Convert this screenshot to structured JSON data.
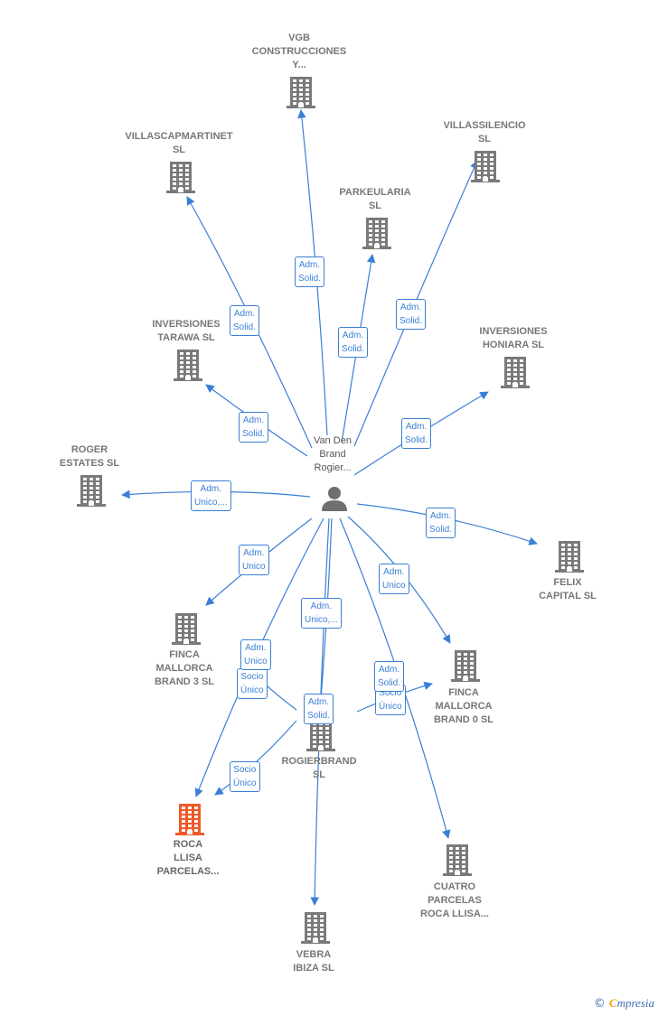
{
  "center": {
    "lines": [
      "Van Den",
      "Brand",
      "Rogier..."
    ],
    "icon": "person-icon"
  },
  "companies": [
    {
      "id": "vgb",
      "lines": [
        "VGB",
        "CONSTRUCCIONES",
        "Y..."
      ],
      "icon": "building-icon"
    },
    {
      "id": "villascapmartinet",
      "lines": [
        "VILLASCAPMARTINET",
        "SL"
      ],
      "icon": "building-icon"
    },
    {
      "id": "villassilencio",
      "lines": [
        "VILLASSILENCIO",
        "SL"
      ],
      "icon": "building-icon"
    },
    {
      "id": "parkeularia",
      "lines": [
        "PARKEULARIA",
        "SL"
      ],
      "icon": "building-icon"
    },
    {
      "id": "inversiones-tarawa",
      "lines": [
        "INVERSIONES",
        "TARAWA  SL"
      ],
      "icon": "building-icon"
    },
    {
      "id": "inversiones-honiara",
      "lines": [
        "INVERSIONES",
        "HONIARA  SL"
      ],
      "icon": "building-icon"
    },
    {
      "id": "roger-estates",
      "lines": [
        "ROGER",
        "ESTATES  SL"
      ],
      "icon": "building-icon"
    },
    {
      "id": "felix-capital",
      "lines": [
        "FELIX",
        "CAPITAL  SL"
      ],
      "icon": "building-icon"
    },
    {
      "id": "finca-mallorca-3",
      "lines": [
        "FINCA",
        "MALLORCA",
        "BRAND 3  SL"
      ],
      "icon": "building-icon"
    },
    {
      "id": "finca-mallorca-0",
      "lines": [
        "FINCA",
        "MALLORCA",
        "BRAND 0  SL"
      ],
      "icon": "building-icon"
    },
    {
      "id": "rogierbrand",
      "lines": [
        "ROGIERBRAND",
        "SL"
      ],
      "icon": "building-icon"
    },
    {
      "id": "roca-llisa",
      "lines": [
        "ROCA",
        "LLISA",
        "PARCELAS..."
      ],
      "icon": "building-icon",
      "highlight": true
    },
    {
      "id": "cuatro-parcelas",
      "lines": [
        "CUATRO",
        "PARCELAS",
        "ROCA LLISA..."
      ],
      "icon": "building-icon"
    },
    {
      "id": "vebra-ibiza",
      "lines": [
        "VEBRA",
        "IBIZA  SL"
      ],
      "icon": "building-icon"
    }
  ],
  "relations": [
    {
      "id": "r-vgb",
      "lines": [
        "Adm.",
        "Solid."
      ]
    },
    {
      "id": "r-villascap",
      "lines": [
        "Adm.",
        "Solid."
      ]
    },
    {
      "id": "r-villassil",
      "lines": [
        "Adm.",
        "Solid."
      ]
    },
    {
      "id": "r-parke",
      "lines": [
        "Adm.",
        "Solid."
      ]
    },
    {
      "id": "r-tarawa",
      "lines": [
        "Adm.",
        "Solid."
      ]
    },
    {
      "id": "r-honiara",
      "lines": [
        "Adm.",
        "Solid."
      ]
    },
    {
      "id": "r-roger",
      "lines": [
        "Adm.",
        "Unico,..."
      ]
    },
    {
      "id": "r-felix",
      "lines": [
        "Adm.",
        "Solid."
      ]
    },
    {
      "id": "r-finca3",
      "lines": [
        "Adm.",
        "Unico"
      ]
    },
    {
      "id": "r-finca0",
      "lines": [
        "Adm.",
        "Unico"
      ]
    },
    {
      "id": "r-rogierbrand",
      "lines": [
        "Adm.",
        "Unico,..."
      ]
    },
    {
      "id": "r-roca-adm",
      "lines": [
        "Adm.",
        "Unico"
      ]
    },
    {
      "id": "r-roca-socio1",
      "lines": [
        "Socio",
        "Único"
      ]
    },
    {
      "id": "r-cuatro",
      "lines": [
        "Adm.",
        "Solid."
      ]
    },
    {
      "id": "r-cuatro-socio",
      "lines": [
        "Socio",
        "Único"
      ]
    },
    {
      "id": "r-rb-roca",
      "lines": [
        "Socio",
        "Único"
      ]
    },
    {
      "id": "r-rb-vebra",
      "lines": [
        "Adm.",
        "Solid."
      ]
    }
  ],
  "brand": {
    "copyright": "©",
    "name_first": "C",
    "name_rest": "mpresia"
  },
  "colors": {
    "edge": "#3a7fd5",
    "node": "#7a7a7a",
    "highlight": "#ef5a28",
    "center": "#6f6f6f"
  }
}
